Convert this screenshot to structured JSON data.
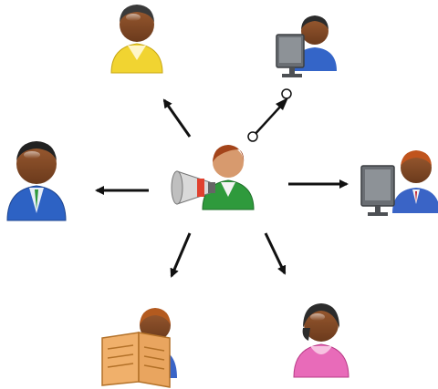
{
  "diagram": {
    "type": "broadcast-hub",
    "center": {
      "icon": "person-with-megaphone-icon",
      "shirt_color": "#2f9a3c",
      "hair_color": "#a3441a"
    },
    "recipients": [
      {
        "id": "top",
        "icon": "person-yellow-icon",
        "shirt_color": "#f1d431",
        "hair_color": "#3a3a3a"
      },
      {
        "id": "top-right",
        "icon": "person-at-computer-icon",
        "shirt_color": "#3465c8",
        "hair_color": "#2b2b2b"
      },
      {
        "id": "left",
        "icon": "person-blue-suit-icon",
        "shirt_color": "#2d62c4",
        "hair_color": "#222222"
      },
      {
        "id": "right",
        "icon": "person-at-computer-icon",
        "shirt_color": "#3a64c6",
        "hair_color": "#c0541d"
      },
      {
        "id": "bottom-left",
        "icon": "person-reading-newspaper-icon",
        "shirt_color": "#3a64c6",
        "hair_color": "#b35a1f"
      },
      {
        "id": "bottom-right",
        "icon": "person-pink-icon",
        "shirt_color": "#e86bb9",
        "hair_color": "#2c2c2c"
      }
    ],
    "arrow_color": "#111111",
    "special_arrow": {
      "target": "top-right",
      "style": "open-circle-endpoints"
    }
  }
}
